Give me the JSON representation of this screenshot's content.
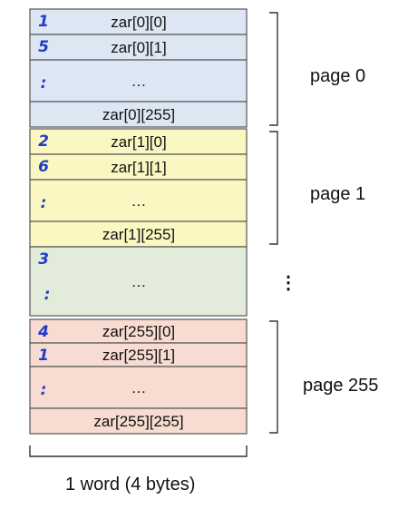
{
  "memory": {
    "rows": [
      {
        "text": "zar[0][0]",
        "mark": "1",
        "group": 0
      },
      {
        "text": "zar[0][1]",
        "mark": "5",
        "group": 0
      },
      {
        "text": "…",
        "mark": ":",
        "group": 0
      },
      {
        "text": "zar[0][255]",
        "mark": "",
        "group": 0
      },
      {
        "text": "zar[1][0]",
        "mark": "2",
        "group": 1
      },
      {
        "text": "zar[1][1]",
        "mark": "6",
        "group": 1
      },
      {
        "text": "…",
        "mark": ":",
        "group": 1
      },
      {
        "text": "zar[1][255]",
        "mark": "",
        "group": 1
      },
      {
        "text": "…",
        "mark": "3",
        "group": 2
      },
      {
        "text": "zar[255][0]",
        "mark": "4",
        "group": 3
      },
      {
        "text": "zar[255][1]",
        "mark": "1",
        "group": 3
      },
      {
        "text": "…",
        "mark": ":",
        "group": 3
      },
      {
        "text": "zar[255][255]",
        "mark": "",
        "group": 3
      }
    ]
  },
  "pages": [
    {
      "label": "page 0"
    },
    {
      "label": "page 1"
    },
    {
      "label": "page 255"
    }
  ],
  "between_pages_ellipsis": "⋮",
  "word_label": "1 word (4 bytes)",
  "colors": {
    "page0": "#dde7f4",
    "page1": "#fbf7c2",
    "middle": "#e3ecda",
    "page255": "#f8dcd1",
    "border": "#555555",
    "handwriting": "#1f3cc9"
  }
}
